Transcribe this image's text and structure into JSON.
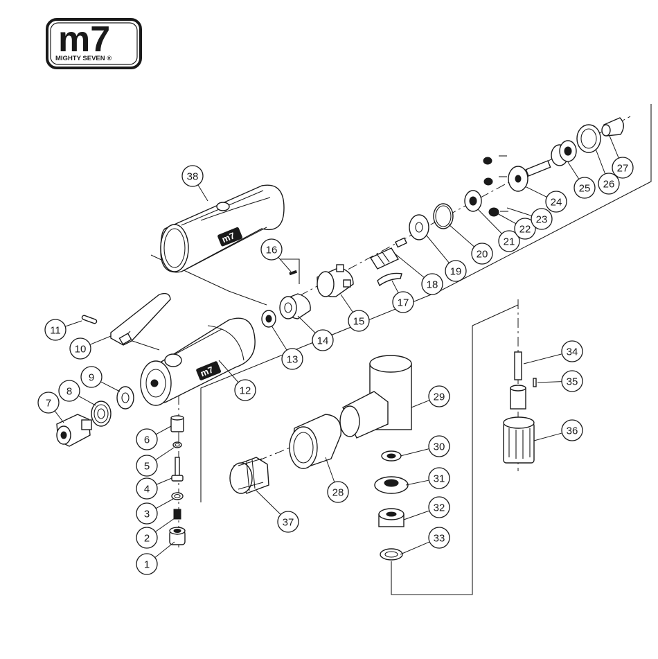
{
  "brand": {
    "logo_main": "m7",
    "logo_sub": "MIGHTY SEVEN ®",
    "housing_badge": "m7"
  },
  "callouts": [
    {
      "number": "1"
    },
    {
      "number": "2"
    },
    {
      "number": "3"
    },
    {
      "number": "4"
    },
    {
      "number": "5"
    },
    {
      "number": "6"
    },
    {
      "number": "7"
    },
    {
      "number": "8"
    },
    {
      "number": "9"
    },
    {
      "number": "10"
    },
    {
      "number": "11"
    },
    {
      "number": "12"
    },
    {
      "number": "13"
    },
    {
      "number": "14"
    },
    {
      "number": "15"
    },
    {
      "number": "16"
    },
    {
      "number": "17"
    },
    {
      "number": "18"
    },
    {
      "number": "19"
    },
    {
      "number": "20"
    },
    {
      "number": "21"
    },
    {
      "number": "22"
    },
    {
      "number": "23"
    },
    {
      "number": "24"
    },
    {
      "number": "25"
    },
    {
      "number": "26"
    },
    {
      "number": "27"
    },
    {
      "number": "28"
    },
    {
      "number": "29"
    },
    {
      "number": "30"
    },
    {
      "number": "31"
    },
    {
      "number": "32"
    },
    {
      "number": "33"
    },
    {
      "number": "34"
    },
    {
      "number": "35"
    },
    {
      "number": "36"
    },
    {
      "number": "37"
    },
    {
      "number": "38"
    }
  ],
  "colors": {
    "ink": "#1a1a1a",
    "background": "#ffffff"
  }
}
